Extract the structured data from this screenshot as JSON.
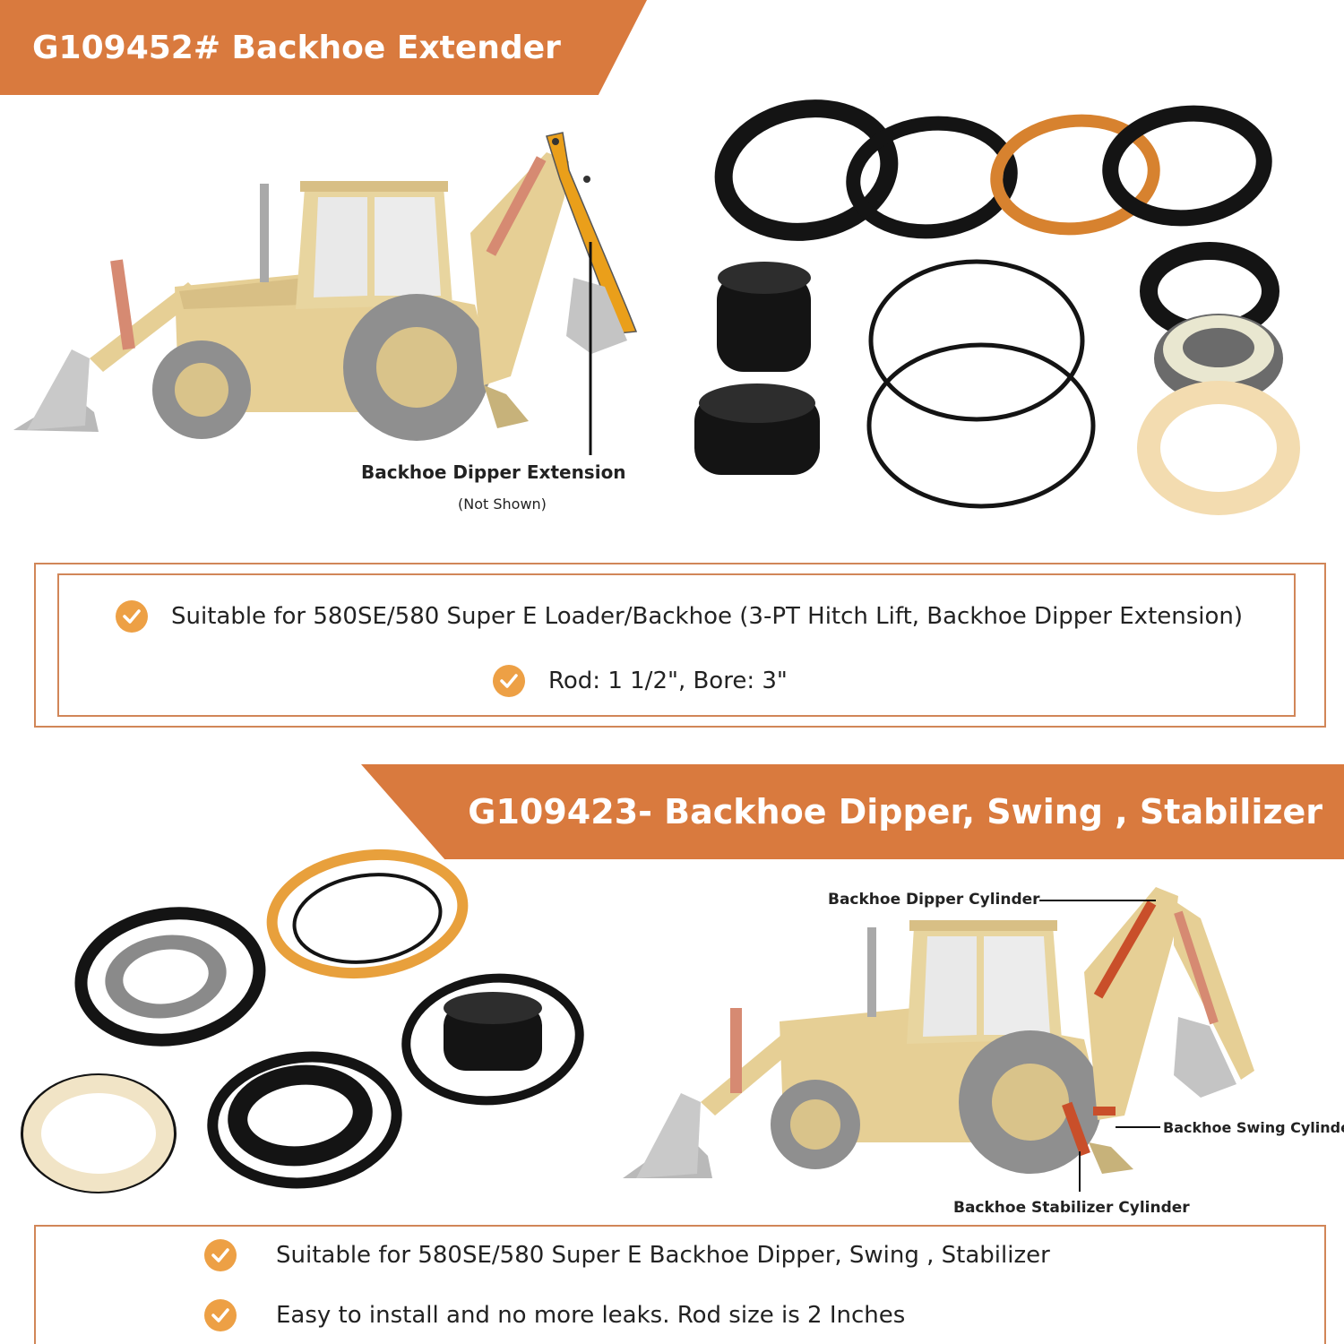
{
  "top_section": {
    "banner_title": "G109452# Backhoe Extender",
    "callout": {
      "label": "Backhoe Dipper Extension",
      "note": "(Not Shown)"
    },
    "features": [
      "Suitable for 580SE/580 Super E Loader/Backhoe (3-PT Hitch Lift, Backhoe Dipper Extension)",
      "Rod: 1 1/2\", Bore: 3\""
    ]
  },
  "bottom_section": {
    "banner_title": "G109423- Backhoe Dipper,  Swing , Stabilizer",
    "callouts": {
      "dipper": "Backhoe Dipper Cylinder",
      "swing": "Backhoe Swing Cylinder",
      "stabilizer": "Backhoe Stabilizer Cylinder"
    },
    "features": [
      "Suitable for 580SE/580 Super E Backhoe Dipper,  Swing , Stabilizer",
      "Easy to install and no more leaks.  Rod size is 2 Inches"
    ]
  },
  "colors": {
    "brand_orange": "#d97a3e",
    "frame_orange": "#d18658",
    "check_orange": "#eda045",
    "tractor_tan": "#e6cf95",
    "seal_black": "#141414"
  },
  "icons": [
    "check-icon",
    "backhoe-loader-illustration",
    "seal-kit-photo"
  ]
}
